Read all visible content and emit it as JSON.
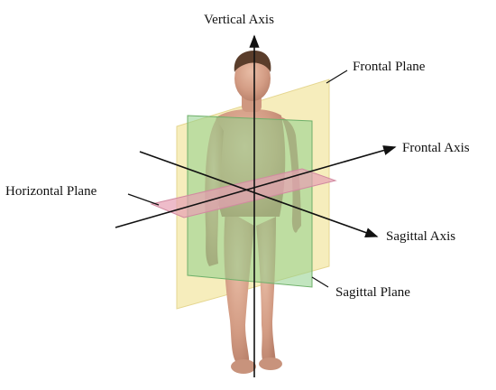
{
  "diagram": {
    "labels": {
      "vertical_axis": "Vertical Axis",
      "frontal_plane": "Frontal Plane",
      "frontal_axis": "Frontal Axis",
      "horizontal_plane": "Horizontal Plane",
      "sagittal_axis": "Sagittal Axis",
      "sagittal_plane": "Sagittal Plane"
    },
    "colors": {
      "frontal_plane": "#f3e7a6",
      "sagittal_plane": "#8fcf8a",
      "horizontal_plane": "#e7a0b4",
      "skin": "#d9a68f",
      "hair": "#5a3d2b",
      "axis": "#111111"
    }
  }
}
